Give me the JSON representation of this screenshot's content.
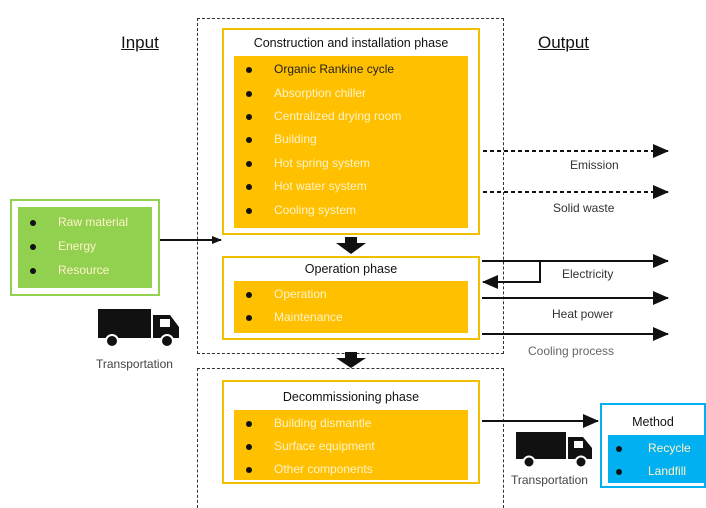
{
  "headings": {
    "input": "Input",
    "output": "Output"
  },
  "construction": {
    "title": "Construction and installation phase",
    "items": [
      "Organic Rankine cycle",
      "Absorption chiller",
      "Centralized drying room",
      "Building",
      "Hot spring system",
      "Hot water system",
      "Cooling system"
    ]
  },
  "operation": {
    "title": "Operation phase",
    "items": [
      "Operation",
      "Maintenance"
    ]
  },
  "decommissioning": {
    "title": "Decommissioning phase",
    "items": [
      "Building dismantle",
      "Surface equipment",
      "Other components"
    ]
  },
  "inputs": {
    "items": [
      "Raw material",
      "Energy",
      "Resource"
    ]
  },
  "outputs": {
    "emission": "Emission",
    "solid_waste": "Solid waste",
    "electricity": "Electricity",
    "heat_power": "Heat power",
    "cooling_process": "Cooling process"
  },
  "transport": {
    "label_left": "Transportation",
    "label_right": "Transportation"
  },
  "method": {
    "title": "Method",
    "items": [
      "Recycle",
      "Landfill"
    ]
  },
  "colors": {
    "orange": "#ffc000",
    "orange_border": "#f0c000",
    "green": "#92d050",
    "blue": "#00b0f0"
  }
}
